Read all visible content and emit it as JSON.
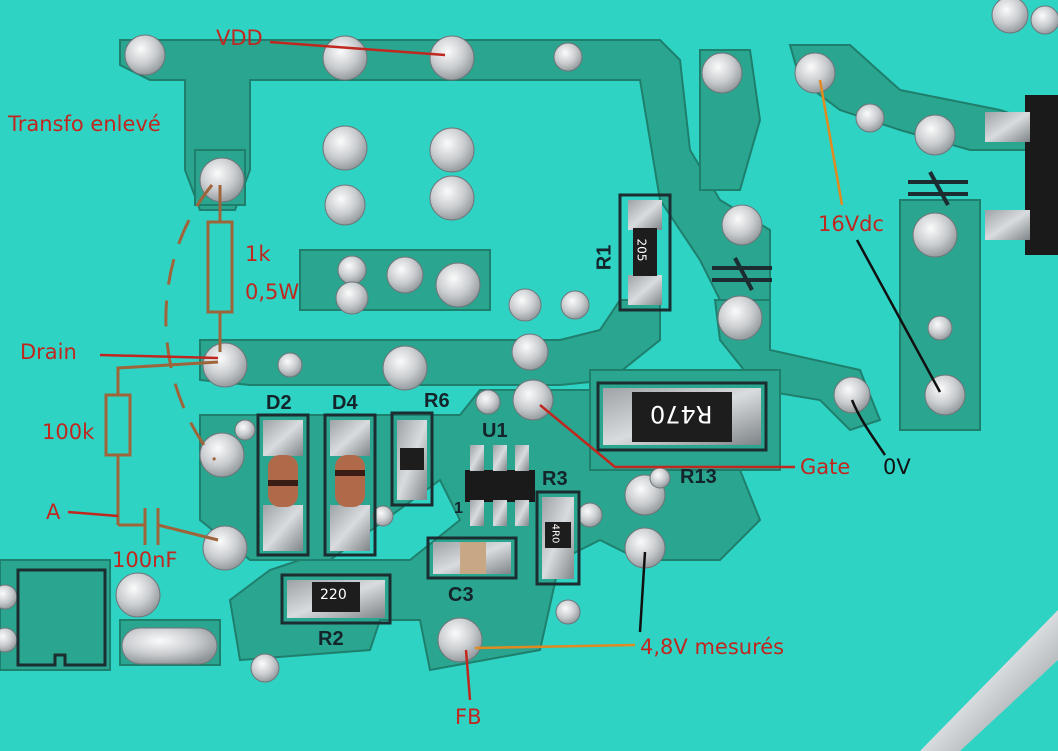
{
  "annotations": {
    "vdd": "VDD",
    "transfo": "Transfo enlevé",
    "r_value": "1k",
    "r_power": "0,5W",
    "drain": "Drain",
    "r100k": "100k",
    "node_a": "A",
    "cap": "100nF",
    "gate": "Gate",
    "v16": "16Vdc",
    "zero_v": "0V",
    "measured": "4,8V mesurés",
    "fb": "FB"
  },
  "silkscreen": {
    "d2": "D2",
    "d4": "D4",
    "r6": "R6",
    "u1": "U1",
    "r3": "R3",
    "r13": "R13",
    "r1": "R1",
    "c3": "C3",
    "r2": "R2",
    "pin1": "1"
  },
  "chip_markings": {
    "r1_code": "205",
    "r13_code": "R470",
    "r2_code": "220",
    "r3_code": "4R0"
  },
  "colors": {
    "board": "#2fd3c4",
    "trace": "#2aa58f",
    "trace_edge": "#1f7f6d",
    "annotation_red": "#c0271f",
    "annotation_orange": "#e08a22",
    "annotation_brown": "#a0643a",
    "black": "#101010"
  }
}
